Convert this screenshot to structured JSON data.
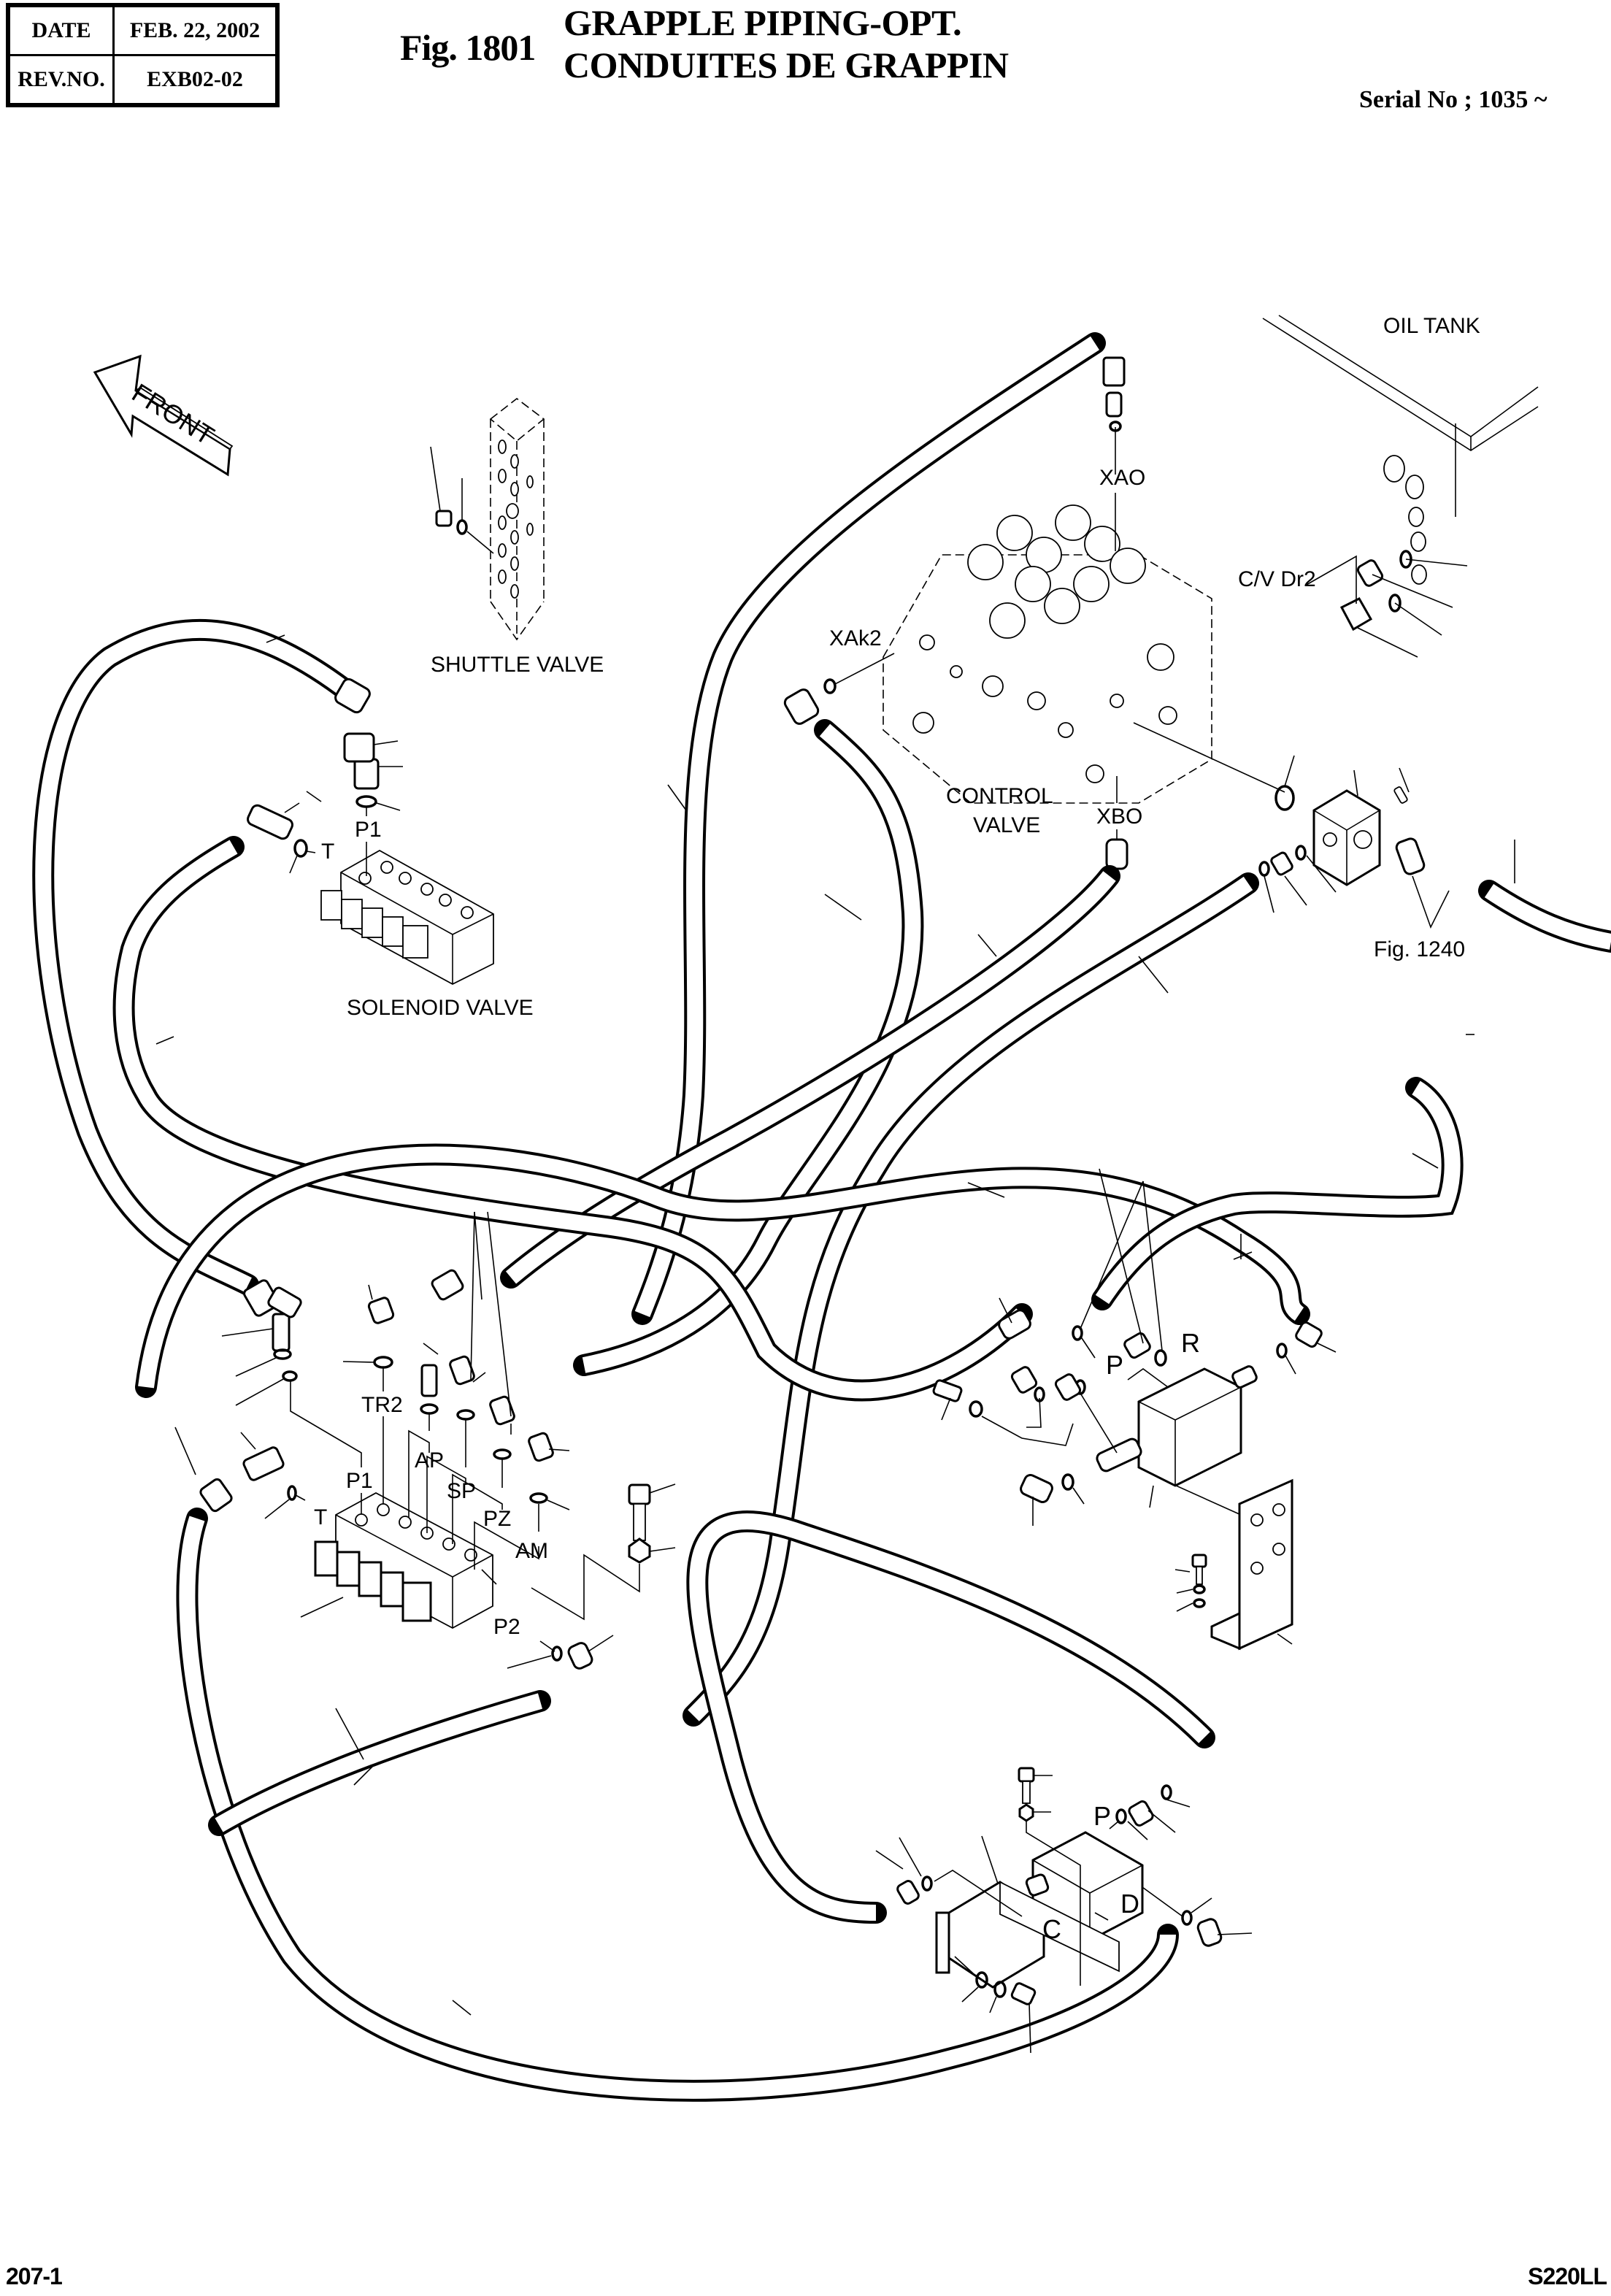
{
  "header": {
    "date_label": "DATE",
    "date_value": "FEB. 22, 2002",
    "rev_label": "REV.NO.",
    "rev_value": "EXB02-02",
    "figure_number": "Fig. 1801",
    "title_en": "GRAPPLE PIPING-OPT.",
    "title_fr": "CONDUITES DE GRAPPIN",
    "serial": "Serial No ; 1035 ~"
  },
  "footer": {
    "page": "207-1",
    "model": "S220LL"
  },
  "diagram": {
    "front_arrow": "FRONT",
    "components": {
      "oil_tank": "OIL TANK",
      "shuttle_valve": "SHUTTLE VALVE",
      "solenoid_valve": "SOLENOID VALVE",
      "control_valve_line1": "CONTROL",
      "control_valve_line2": "VALVE",
      "fig_ref": "Fig. 1240"
    },
    "ports": {
      "xao": "XAO",
      "xak2": "XAk2",
      "xbo": "XBO",
      "cv_dr2": "C/V Dr2",
      "upper_p1": "P1",
      "upper_t": "T",
      "tr2": "TR2",
      "ap": "AP",
      "sp": "SP",
      "pz": "PZ",
      "am": "AM",
      "lower_p1": "P1",
      "lower_t": "T",
      "p2": "P2",
      "right_p": "P",
      "right_r": "R",
      "bottom_p": "P",
      "bottom_d": "D",
      "bottom_c": "C"
    }
  }
}
